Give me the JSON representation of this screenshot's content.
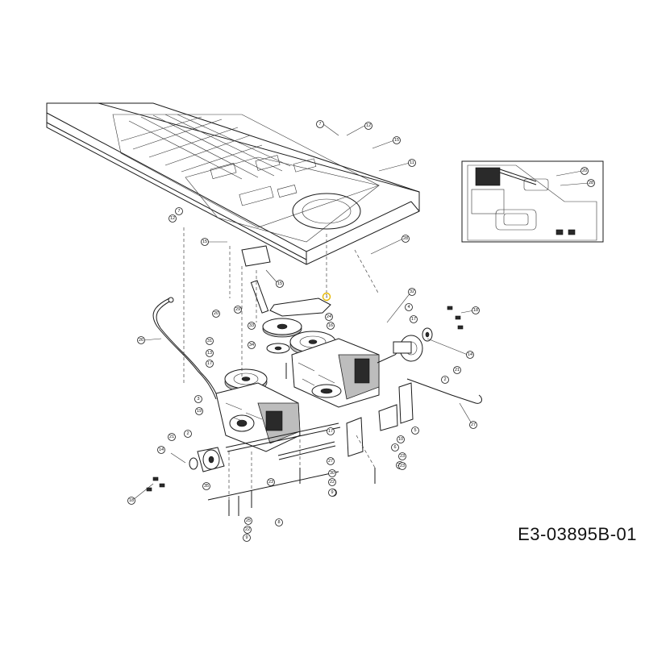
{
  "reference_code": "E3-03895B-01",
  "callouts": [
    {
      "id": "c7a",
      "label": "7"
    },
    {
      "id": "c12a",
      "label": "12"
    },
    {
      "id": "c15a",
      "label": "15"
    },
    {
      "id": "c11",
      "label": "11"
    },
    {
      "id": "c7b",
      "label": "7"
    },
    {
      "id": "c12b",
      "label": "12"
    },
    {
      "id": "c15b",
      "label": "15"
    },
    {
      "id": "c15c",
      "label": "15"
    },
    {
      "id": "c28a",
      "label": "28"
    },
    {
      "id": "c20a",
      "label": "20"
    },
    {
      "id": "c28b",
      "label": "28"
    },
    {
      "id": "c1",
      "label": "1"
    },
    {
      "id": "c32",
      "label": "32"
    },
    {
      "id": "c20b",
      "label": "20"
    },
    {
      "id": "c29",
      "label": "29"
    },
    {
      "id": "c24",
      "label": "24"
    },
    {
      "id": "c33",
      "label": "33"
    },
    {
      "id": "c16",
      "label": "16"
    },
    {
      "id": "c26",
      "label": "26"
    },
    {
      "id": "c31",
      "label": "31"
    },
    {
      "id": "c13",
      "label": "13"
    },
    {
      "id": "c17a",
      "label": "17"
    },
    {
      "id": "c34",
      "label": "34"
    },
    {
      "id": "c4",
      "label": "4"
    },
    {
      "id": "c18a",
      "label": "18"
    },
    {
      "id": "c17b",
      "label": "17"
    },
    {
      "id": "c14a",
      "label": "14"
    },
    {
      "id": "c21a",
      "label": "21"
    },
    {
      "id": "c2a",
      "label": "2"
    },
    {
      "id": "c3",
      "label": "3"
    },
    {
      "id": "c19",
      "label": "19"
    },
    {
      "id": "c27a",
      "label": "27"
    },
    {
      "id": "c5",
      "label": "5"
    },
    {
      "id": "c6",
      "label": "6"
    },
    {
      "id": "c10",
      "label": "10"
    },
    {
      "id": "c17c",
      "label": "17"
    },
    {
      "id": "c27b",
      "label": "27"
    },
    {
      "id": "c30",
      "label": "30"
    },
    {
      "id": "c22a",
      "label": "22"
    },
    {
      "id": "c23a",
      "label": "23"
    },
    {
      "id": "c9a",
      "label": "9"
    },
    {
      "id": "c22b",
      "label": "22"
    },
    {
      "id": "c23b",
      "label": "23"
    },
    {
      "id": "c21b",
      "label": "21"
    },
    {
      "id": "c2b",
      "label": "2"
    },
    {
      "id": "c14b",
      "label": "14"
    },
    {
      "id": "c35",
      "label": "35"
    },
    {
      "id": "c18b",
      "label": "18"
    },
    {
      "id": "c25",
      "label": "25"
    },
    {
      "id": "c22c",
      "label": "22"
    },
    {
      "id": "c9b",
      "label": "9"
    },
    {
      "id": "c8",
      "label": "8"
    },
    {
      "id": "c23c",
      "label": "23"
    },
    {
      "id": "c9c",
      "label": "9"
    }
  ]
}
